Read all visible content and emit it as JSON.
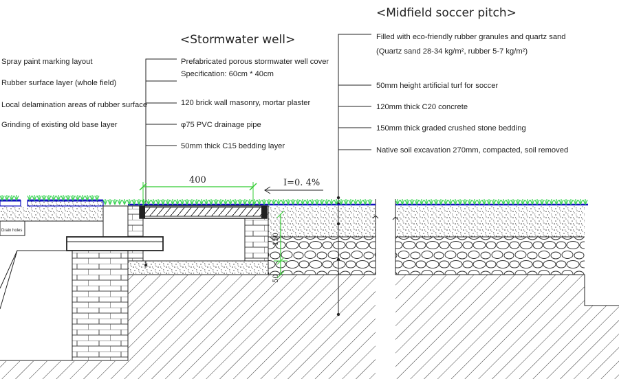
{
  "titles": {
    "stormwater": "<Stormwater well>",
    "midfield": "<Midfield soccer pitch>"
  },
  "left_labels": [
    "Spray paint marking layout",
    "Rubber surface layer (whole field)",
    "Local delamination areas of rubber surface",
    "Grinding of existing old base layer"
  ],
  "well_labels": [
    "Prefabricated porous stormwater well cover",
    "Specification: 60cm * 40cm",
    "120 brick wall masonry, mortar plaster",
    "φ75 PVC drainage pipe",
    "50mm thick C15 bedding layer"
  ],
  "pitch_labels": [
    "Filled with eco-friendly rubber granules and quartz sand",
    "(Quartz sand 28-34 kg/m², rubber 5-7 kg/m²)",
    "50mm height artificial turf for soccer",
    "120mm thick C20 concrete",
    "150mm thick graded crushed stone bedding",
    "Native soil excavation 270mm, compacted, soil removed"
  ],
  "dimensions": {
    "width": "400",
    "slope": "I=0. 4%",
    "depth": "150",
    "bed": "50"
  },
  "drain_label": "Drain holes",
  "colors": {
    "line": "#222222",
    "turf": "#39d353",
    "rubber": "#1010c0",
    "dimension": "#33cc33"
  }
}
